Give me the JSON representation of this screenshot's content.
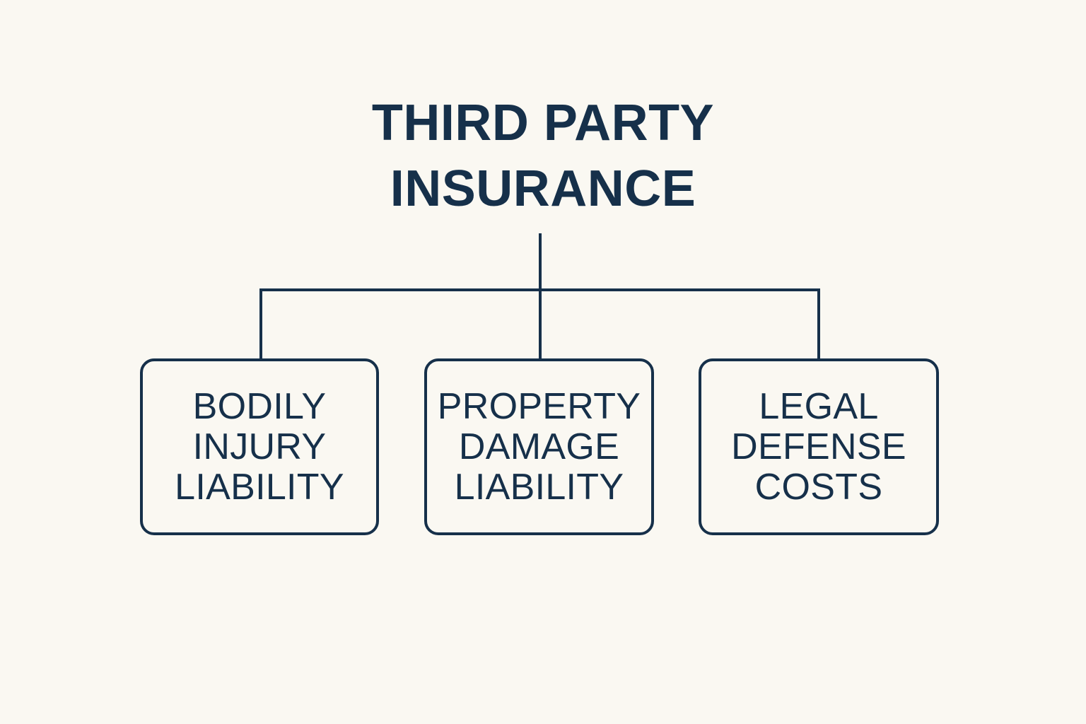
{
  "diagram": {
    "title": "THIRD PARTY INSURANCE",
    "title_display": "THIRD PARTY\nINSURANCE",
    "background_color": "#faf8f2",
    "stroke_color": "#16304a",
    "text_color": "#16304a",
    "layout": "top-down-tree",
    "nodes": [
      {
        "id": "bodily-injury-liability",
        "label": "BODILY INJURY LIABILITY",
        "label_display": "BODILY\nINJURY\nLIABILITY"
      },
      {
        "id": "property-damage-liability",
        "label": "PROPERTY DAMAGE LIABILITY",
        "label_display": "PROPERTY\nDAMAGE\nLIABILITY"
      },
      {
        "id": "legal-defense-costs",
        "label": "LEGAL DEFENSE COSTS",
        "label_display": "LEGAL\nDEFENSE\nCOSTS"
      }
    ]
  }
}
